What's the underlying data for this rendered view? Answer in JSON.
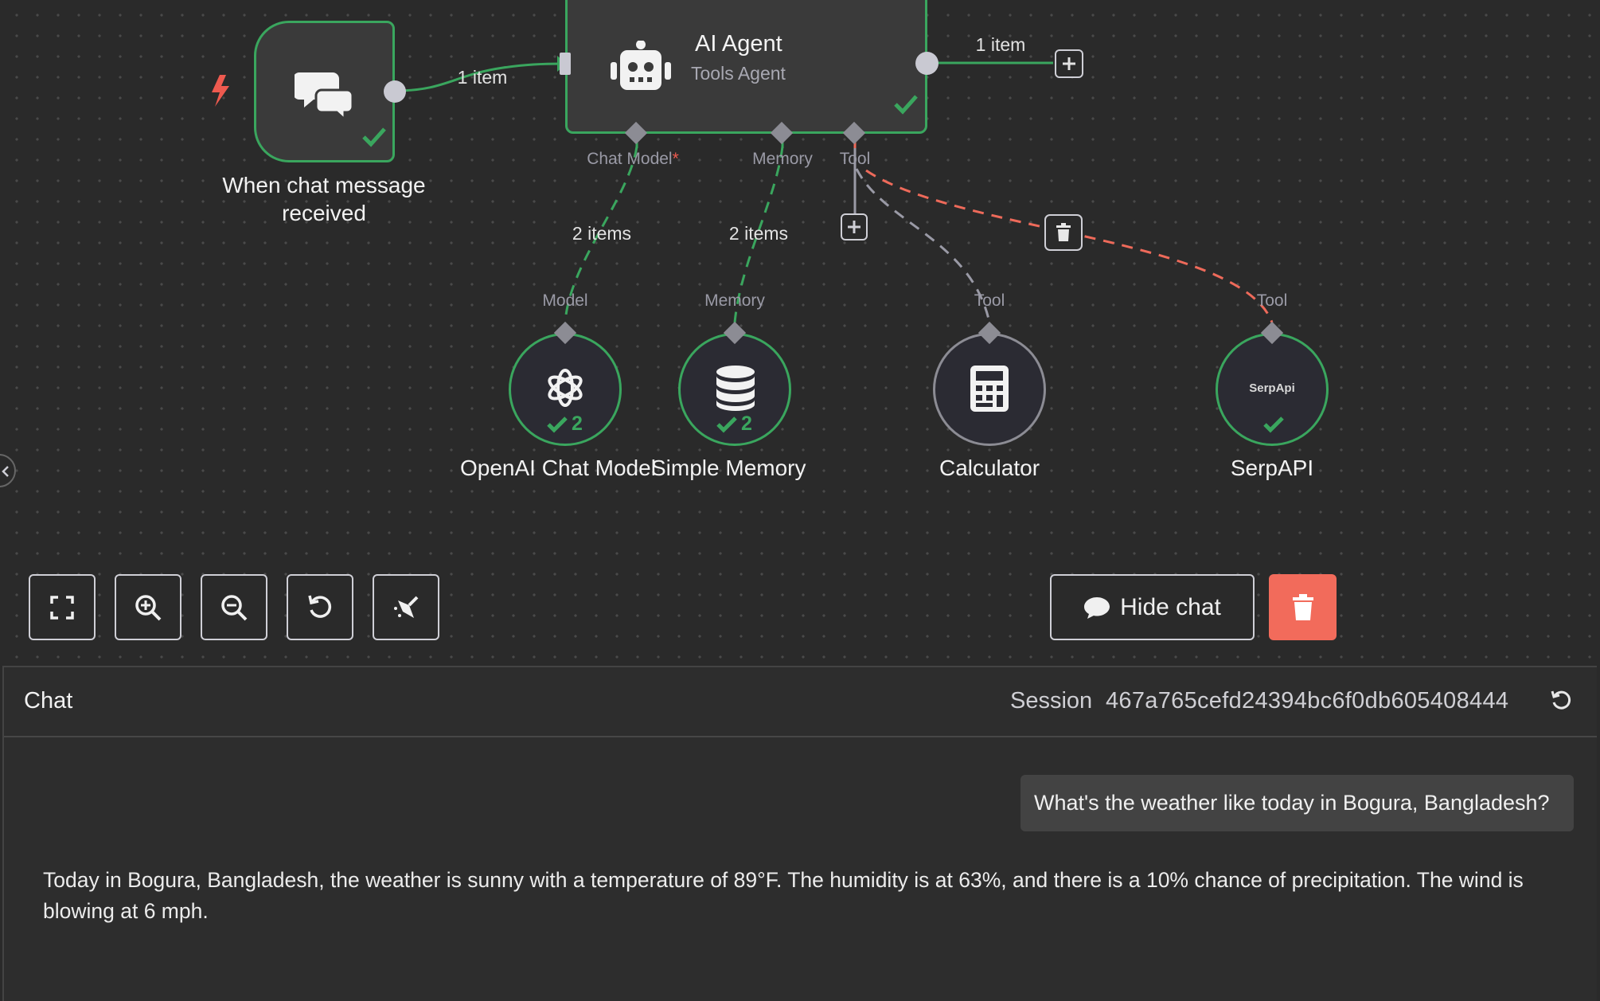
{
  "colors": {
    "canvas_bg": "#2a2a2a",
    "node_bg": "#3a3a3a",
    "success_green": "#3aa65e",
    "error_red": "#f26b5b",
    "trigger_bolt": "#ee5a4f",
    "port_grey": "#8c8c94"
  },
  "nodes": {
    "trigger": {
      "label": "When chat message received",
      "icon": "chat-bubbles-icon",
      "status": "success"
    },
    "agent": {
      "title": "AI Agent",
      "subtitle": "Tools Agent",
      "icon": "robot-icon",
      "status": "success"
    },
    "openai": {
      "label": "OpenAI Chat Model",
      "icon": "openai-icon",
      "run_count": "2"
    },
    "memory": {
      "label": "Simple Memory",
      "icon": "database-icon",
      "run_count": "2"
    },
    "calculator": {
      "label": "Calculator",
      "icon": "calculator-icon"
    },
    "serpapi": {
      "label": "SerpAPI",
      "logo_text": "SerpApi"
    }
  },
  "ports": {
    "agent_chat_model": "Chat Model",
    "agent_chat_model_required": "*",
    "agent_memory": "Memory",
    "agent_tool": "Tool",
    "openai_model": "Model",
    "memory_memory": "Memory",
    "calculator_tool": "Tool",
    "serpapi_tool": "Tool"
  },
  "edges": {
    "trigger_to_agent": "1 item",
    "agent_output": "1 item",
    "model_link": "2 items",
    "memory_link": "2 items"
  },
  "toolbar": {
    "fit_view": "fit-view-icon",
    "zoom_in": "zoom-in-icon",
    "zoom_out": "zoom-out-icon",
    "reset_zoom": "reset-icon",
    "tidy_up": "tidy-up-icon",
    "hide_chat_label": "Hide chat",
    "clear_execution": "trash-icon"
  },
  "chat": {
    "title": "Chat",
    "session_label": "Session",
    "session_id": "467a765cefd24394bc6f0db605408444",
    "messages": [
      {
        "role": "user",
        "text": "What's the weather like today in Bogura, Bangladesh?"
      },
      {
        "role": "bot",
        "text": "Today in Bogura, Bangladesh, the weather is sunny with a temperature of 89°F. The humidity is at 63%, and there is a 10% chance of precipitation. The wind is blowing at 6 mph."
      }
    ]
  }
}
